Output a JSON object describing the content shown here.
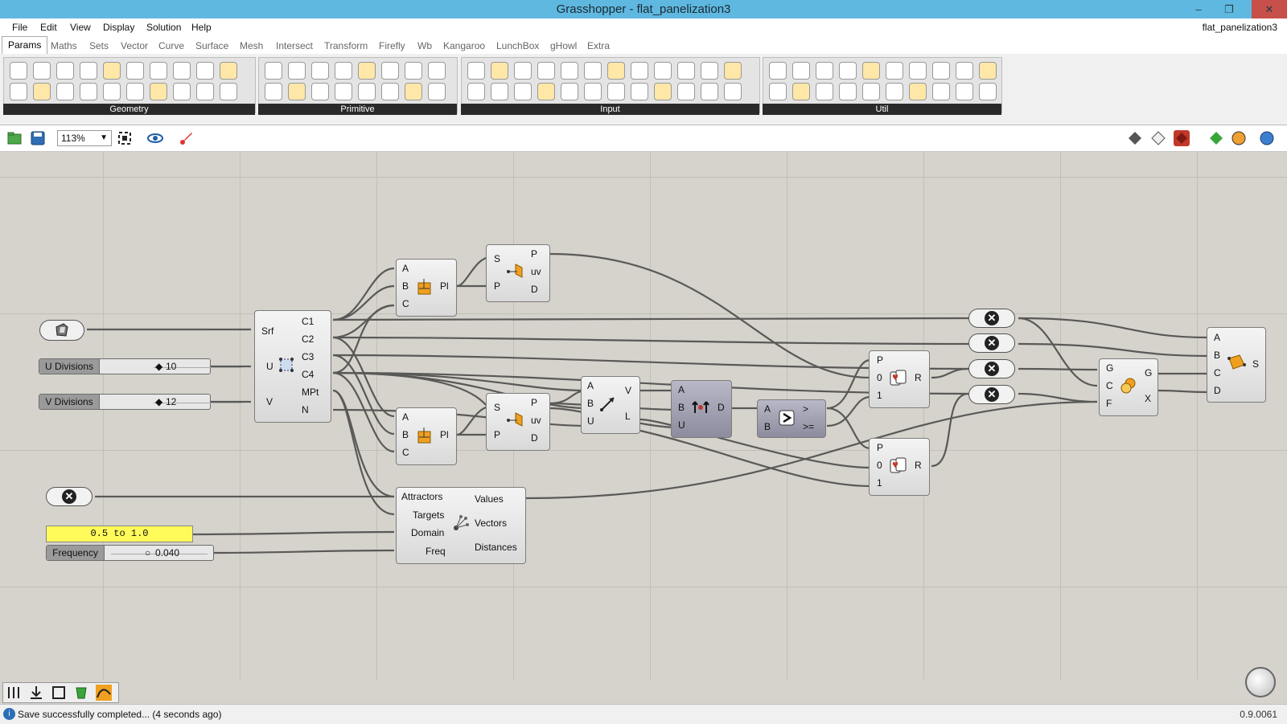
{
  "window": {
    "title": "Grasshopper - flat_panelization3",
    "minimize": "–",
    "restore": "❐",
    "close": "✕"
  },
  "menu": {
    "items": [
      "File",
      "Edit",
      "View",
      "Display",
      "Solution",
      "Help"
    ],
    "document": "flat_panelization3"
  },
  "tabs": [
    "Params",
    "Maths",
    "Sets",
    "Vector",
    "Curve",
    "Surface",
    "Mesh",
    "Intersect",
    "Transform",
    "Firefly",
    "Wb",
    "Kangaroo",
    "LunchBox",
    "gHowl",
    "Extra"
  ],
  "ribbon": {
    "groups": [
      "Geometry",
      "Primitive",
      "Input",
      "Util"
    ]
  },
  "toolbar": {
    "zoom": "113%"
  },
  "canvas": {
    "geom_param": {},
    "u_slider": {
      "label": "U Divisions",
      "value": "10"
    },
    "v_slider": {
      "label": "V Divisions",
      "value": "12"
    },
    "divide_surface": {
      "inputs": [
        "Srf",
        "U",
        "V"
      ],
      "outputs": [
        "C1",
        "C2",
        "C3",
        "C4",
        "MPt",
        "N"
      ]
    },
    "plane_top": {
      "inputs": [
        "A",
        "B",
        "C"
      ],
      "output": "Pl"
    },
    "plane_bottom": {
      "inputs": [
        "A",
        "B",
        "C"
      ],
      "output": "Pl"
    },
    "proj_top": {
      "inputs": [
        "S",
        "P"
      ],
      "outputs": [
        "P",
        "uv",
        "D"
      ]
    },
    "proj_bottom": {
      "inputs": [
        "S",
        "P"
      ],
      "outputs": [
        "P",
        "uv",
        "D"
      ]
    },
    "vector2pt": {
      "inputs": [
        "A",
        "B",
        "U"
      ],
      "outputs": [
        "V",
        "L"
      ]
    },
    "distance": {
      "inputs": [
        "A",
        "B",
        "U"
      ],
      "output": "D"
    },
    "larger": {
      "inputs": [
        "A",
        "B"
      ],
      "outputs": [
        ">",
        ">="
      ]
    },
    "pick_top": {
      "inputs": [
        "P",
        "0",
        "1"
      ],
      "output": "R"
    },
    "pick_bottom": {
      "inputs": [
        "P",
        "0",
        "1"
      ],
      "output": "R"
    },
    "cull": {
      "inputs": [
        "G",
        "C",
        "F"
      ],
      "outputs": [
        "G",
        "X"
      ]
    },
    "surface4": {
      "inputs": [
        "A",
        "B",
        "C",
        "D"
      ],
      "output": "S"
    },
    "domain_panel": {
      "text": "0.5 to 1.0"
    },
    "freq_slider": {
      "label": "Frequency",
      "value": "0.040"
    },
    "attractor": {
      "inputs": [
        "Attractors",
        "Targets",
        "Domain",
        "Freq"
      ],
      "outputs": [
        "Values",
        "Vectors",
        "Distances"
      ]
    }
  },
  "status": {
    "message": "Save successfully completed... (4 seconds ago)",
    "version": "0.9.0061"
  }
}
